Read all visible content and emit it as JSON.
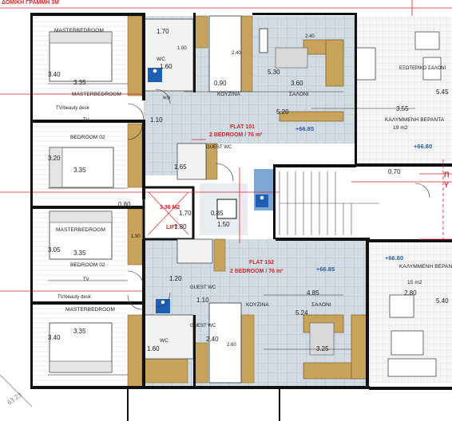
{
  "header": {
    "title_fragment": "ΔΟΜΙΚΗ ΓΡΑΜΜΗ 3Μ"
  },
  "flats": [
    {
      "name": "FLAT 101",
      "desc": "2 BEDROOM / 76 m²",
      "level": "+66.85"
    },
    {
      "name": "FLAT 102",
      "desc": "2 BEDROOM / 76 m²",
      "level": "+66.85"
    }
  ],
  "lift": {
    "area": "3.36 M2",
    "label": "LIFT",
    "w": "1.70",
    "h": "1.80"
  },
  "rooms": {
    "master_top": "MASTERBEDROOM",
    "bedroom02_a": "BEDROOM 02",
    "master_mid": "MASTERBEDROOM",
    "bedroom02_b": "BEDROOM 02",
    "master_bottom": "MASTERBEDROOM",
    "tv_desk_a": "TV/beauty desk",
    "tv_desk_b": "TV/beauty desk",
    "tv": "TV",
    "wc": "WC",
    "guest_wc": "GUEST WC",
    "kitchen": "ΚΟΥΖΙΝΑ",
    "living": "ΣΑΛΟΝΙ",
    "living_outdoor": "ΕΞΩΤΕΡΙΚΟ ΣΑΛΟΝΙ",
    "veranda_title": "ΚΑΛΥΜΜΕΝΗ ΒΕΡΑΝΤΑ",
    "veranda_top_area": "19 m2",
    "veranda_bottom_area": "15 m2",
    "wp": "w/p"
  },
  "levels": {
    "veranda_top": "+66.80",
    "veranda_bottom": "+66.80"
  },
  "dimensions": {
    "d170_top": "1.70",
    "d160_top": "1.60",
    "d340_top": "3.40",
    "d335_top": "3.35",
    "d090": "0.90",
    "d530": "5.30",
    "d360": "3.60",
    "d520": "5.20",
    "d355": "3.55",
    "d545": "5.45",
    "d110_top": "1.10",
    "d320": "3.20",
    "d335_mid": "3.35",
    "d165": "1.65",
    "d080": "0.80",
    "d150": "1.50",
    "d085": "0.85",
    "d305": "3.05",
    "d335_b": "3.35",
    "d120": "1.20",
    "d110_b": "1.10",
    "d485": "4.85",
    "d524": "5.24",
    "d280": "2.80",
    "d540": "5.40",
    "d340_bottom": "3.40",
    "d335_bottom": "3.35",
    "d160_bottom": "1.60",
    "d240_a": "2.40",
    "d240_b": "2.40",
    "d325": "3.25",
    "d6323": "63.23",
    "d070": "0.70",
    "d190": "1.90",
    "d240_top": "2.40",
    "d260": "2.60",
    "d100": "1.00"
  },
  "edge_labels": {
    "right_a": "Π",
    "right_b": "Y"
  },
  "colors": {
    "accent_red": "#d8232a",
    "level_blue": "#1f5fb3",
    "wood": "#c7a35c",
    "floor_tile": "#c9d3dd"
  }
}
